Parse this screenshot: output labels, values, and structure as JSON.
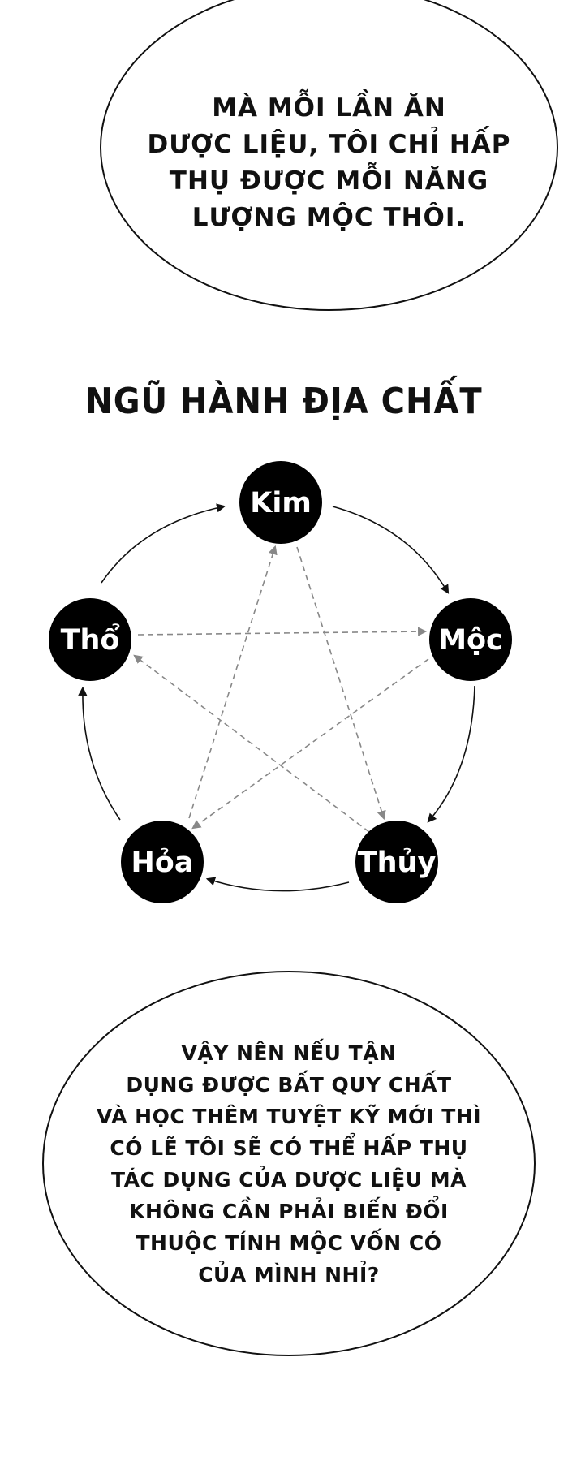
{
  "bubble_top": {
    "lines": [
      "MÀ MỖI LẦN ĂN",
      "DƯỢC LIỆU, TÔI CHỈ HẤP",
      "THỤ ĐƯỢC MỖI NĂNG",
      "LƯỢNG MỘC THÔI."
    ]
  },
  "diagram": {
    "title": "NGŨ HÀNH ĐỊA CHẤT",
    "nodes": {
      "kim": "Kim",
      "moc": "Mộc",
      "thuy": "Thủy",
      "hoa": "Hỏa",
      "tho": "Thổ"
    },
    "node_color": "#000000",
    "cycle_arrow_color": "#111111",
    "overcoming_arrow_color": "#888888"
  },
  "bubble_bottom": {
    "lines": [
      "VẬY NÊN NẾU TẬN",
      "DỤNG ĐƯỢC BẤT QUY CHẤT",
      "VÀ HỌC THÊM TUYỆT KỸ MỚI THÌ",
      "CÓ LẼ TÔI SẼ CÓ THỂ HẤP THỤ",
      "TÁC DỤNG CỦA DƯỢC LIỆU MÀ",
      "KHÔNG CẦN PHẢI BIẾN ĐỔI",
      "THUỘC TÍNH MỘC VỐN CÓ",
      "CỦA MÌNH NHỈ?"
    ]
  }
}
